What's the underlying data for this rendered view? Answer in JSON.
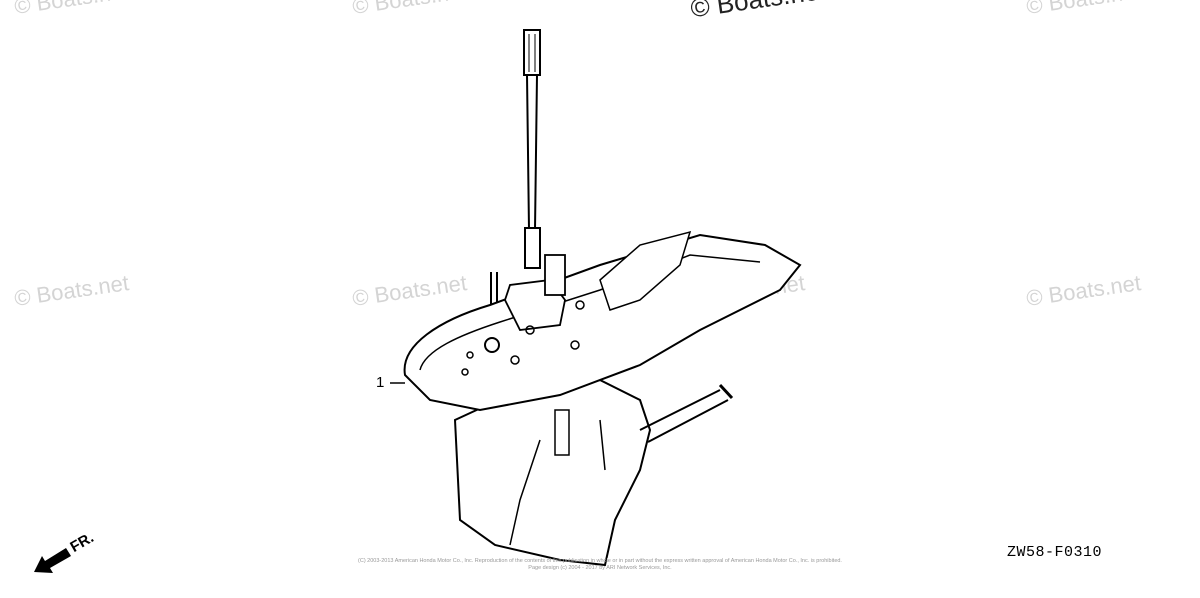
{
  "watermark": "© Boats.net",
  "callouts": [
    {
      "number": "1"
    }
  ],
  "diagram_code": "ZW58-F0310",
  "direction_label": "FR.",
  "footer": {
    "line1": "(C) 2003-2013 American Honda Motor Co., Inc. Reproduction of the contents of this publication in whole or in part without the express written approval of American Honda Motor Co., Inc. is prohibited.",
    "line2": "Page design (c) 2004 - 2017 by ARI Network Services, Inc."
  }
}
